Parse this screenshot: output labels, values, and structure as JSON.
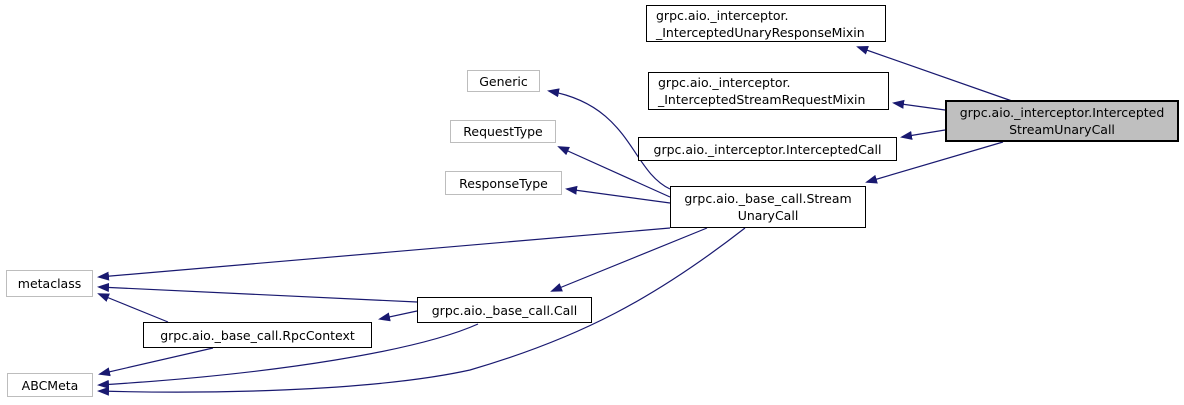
{
  "diagram": {
    "kind": "class-inheritance-graph",
    "colors": {
      "edge": "#191970",
      "node_border": "#000000",
      "external_node_border": "#bdbdbd",
      "highlight_fill": "#bfbfbf",
      "background": "#ffffff"
    },
    "nodes": {
      "mixin_unary_response": {
        "lines": [
          "grpc.aio._interceptor.",
          "_InterceptedUnaryResponseMixin"
        ]
      },
      "mixin_stream_request": {
        "lines": [
          "grpc.aio._interceptor.",
          "_InterceptedStreamRequestMixin"
        ]
      },
      "generic": {
        "label": "Generic"
      },
      "request_type": {
        "label": "RequestType"
      },
      "response_type": {
        "label": "ResponseType"
      },
      "intercepted_call": {
        "label": "grpc.aio._interceptor.InterceptedCall"
      },
      "intercepted_stream_unary_call": {
        "lines": [
          "grpc.aio._interceptor.Intercepted",
          "StreamUnaryCall"
        ]
      },
      "stream_unary_call": {
        "lines": [
          "grpc.aio._base_call.Stream",
          "UnaryCall"
        ]
      },
      "metaclass": {
        "label": "metaclass"
      },
      "call": {
        "label": "grpc.aio._base_call.Call"
      },
      "rpc_context": {
        "label": "grpc.aio._base_call.RpcContext"
      },
      "abcmeta": {
        "label": "ABCMeta"
      }
    },
    "edges": [
      {
        "from": "intercepted_stream_unary_call",
        "to": "mixin_unary_response"
      },
      {
        "from": "intercepted_stream_unary_call",
        "to": "mixin_stream_request"
      },
      {
        "from": "intercepted_stream_unary_call",
        "to": "intercepted_call"
      },
      {
        "from": "intercepted_stream_unary_call",
        "to": "stream_unary_call"
      },
      {
        "from": "stream_unary_call",
        "to": "generic"
      },
      {
        "from": "stream_unary_call",
        "to": "request_type"
      },
      {
        "from": "stream_unary_call",
        "to": "response_type"
      },
      {
        "from": "stream_unary_call",
        "to": "metaclass"
      },
      {
        "from": "stream_unary_call",
        "to": "call"
      },
      {
        "from": "stream_unary_call",
        "to": "abcmeta"
      },
      {
        "from": "call",
        "to": "metaclass"
      },
      {
        "from": "call",
        "to": "rpc_context"
      },
      {
        "from": "call",
        "to": "abcmeta"
      },
      {
        "from": "rpc_context",
        "to": "metaclass"
      },
      {
        "from": "rpc_context",
        "to": "abcmeta"
      }
    ]
  }
}
